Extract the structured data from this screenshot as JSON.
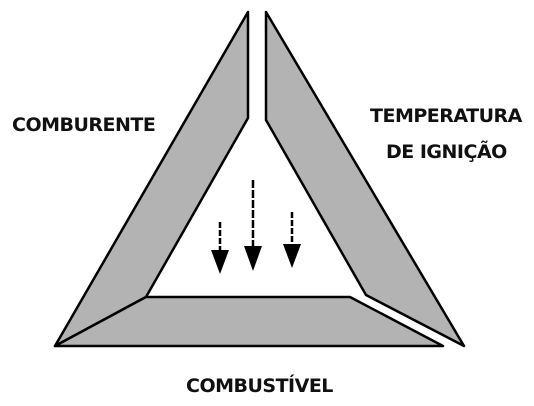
{
  "diagram": {
    "labels": {
      "comburente": "COMBURENTE",
      "temperatura_line1": "TEMPERATURA",
      "temperatura_line2": "DE IGNIÇÃO",
      "combustivel": "COMBUSTÍVEL"
    },
    "colors": {
      "side_fill": "#b3b3b3",
      "stroke": "#000000",
      "background": "#ffffff"
    },
    "icons": [
      "down-arrow-icon",
      "down-arrow-icon",
      "down-arrow-icon"
    ]
  }
}
